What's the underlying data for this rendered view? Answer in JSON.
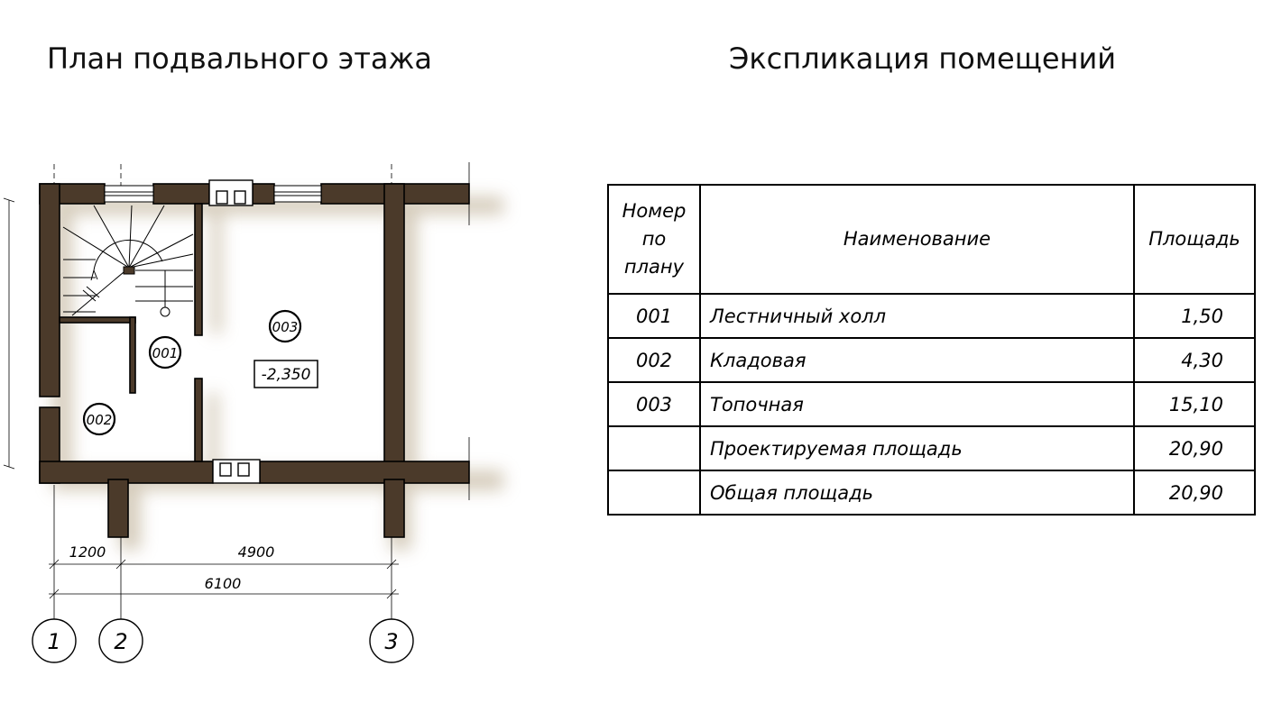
{
  "titles": {
    "plan": "План подвального этажа",
    "explication": "Экспликация помещений"
  },
  "plan": {
    "rooms": [
      {
        "tag": "003"
      },
      {
        "tag": "001"
      },
      {
        "tag": "002"
      }
    ],
    "level_mark": "-2,350",
    "dimensions": {
      "seg1": "1200",
      "seg2": "4900",
      "total": "6100"
    },
    "axes": [
      "1",
      "2",
      "3"
    ],
    "colors": {
      "wall": "#4b3a2a",
      "shadow": "#d3c9b7"
    }
  },
  "table": {
    "headers": {
      "number": [
        "Номер",
        "по",
        "плану"
      ],
      "name": "Наименование",
      "area": "Площадь"
    },
    "rows": [
      {
        "number": "001",
        "name": "Лестничный холл",
        "area": "1,50"
      },
      {
        "number": "002",
        "name": "Кладовая",
        "area": "4,30"
      },
      {
        "number": "003",
        "name": "Топочная",
        "area": "15,10"
      },
      {
        "number": "",
        "name": "Проектируемая площадь",
        "area": "20,90"
      },
      {
        "number": "",
        "name": "Общая площадь",
        "area": "20,90"
      }
    ]
  }
}
